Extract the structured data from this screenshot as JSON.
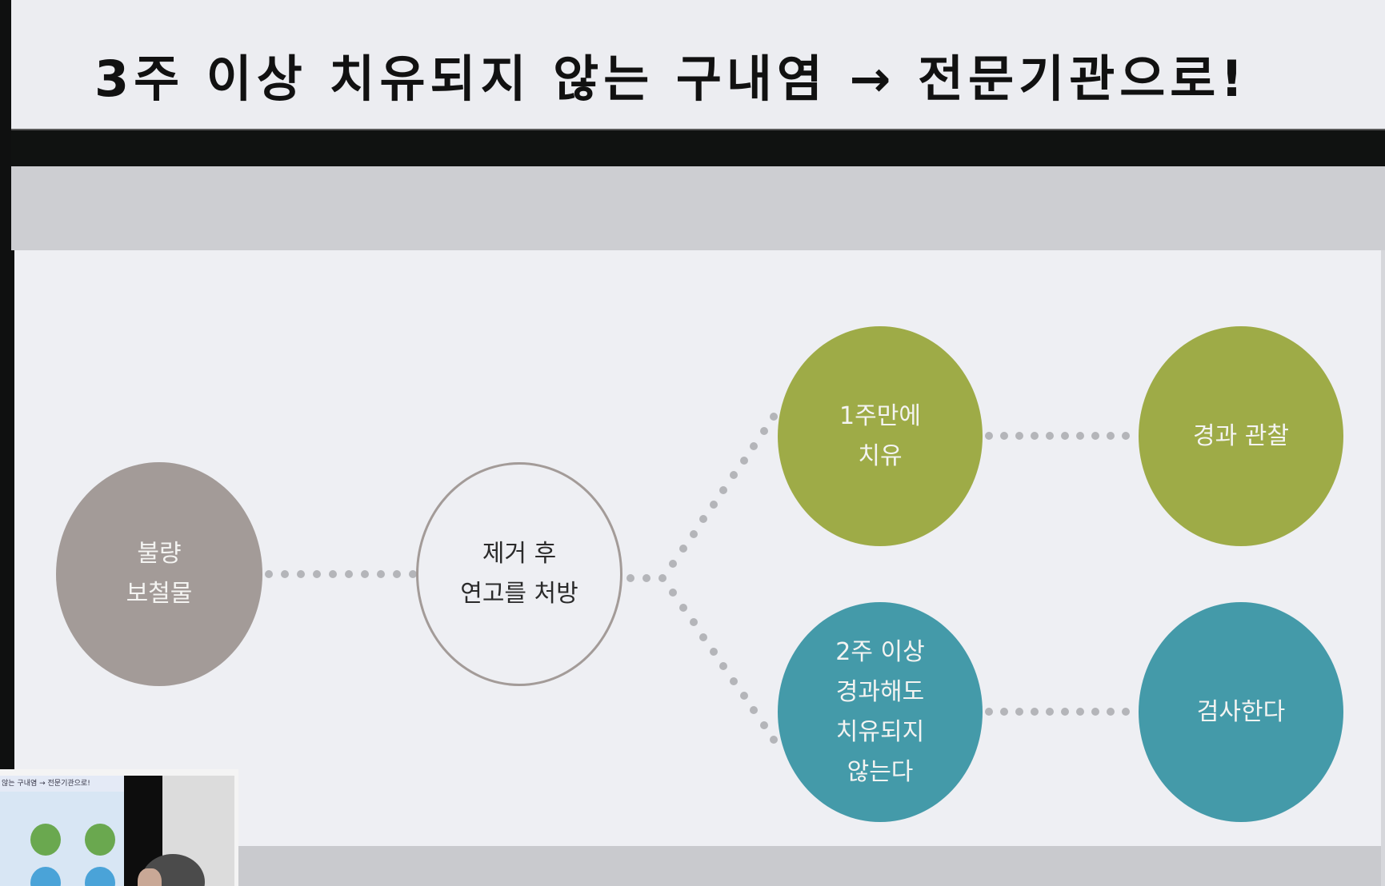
{
  "slide": {
    "title": "3주 이상 치유되지 않는 구내염 → 전문기관으로!"
  },
  "flowchart": {
    "nodes": [
      {
        "id": "poor-prosthesis",
        "lines": [
          "불량",
          "보철물"
        ],
        "color": "#a39b98",
        "style": "filled"
      },
      {
        "id": "remove-prescribe",
        "lines": [
          "제거 후",
          "연고를 처방"
        ],
        "color": "#a39b98",
        "style": "outline"
      },
      {
        "id": "healed-1week",
        "lines": [
          "1주만에",
          "치유"
        ],
        "color": "#9eab47",
        "style": "filled"
      },
      {
        "id": "observe",
        "lines": [
          "경과 관찰"
        ],
        "color": "#9eab47",
        "style": "filled"
      },
      {
        "id": "not-healed-2weeks",
        "lines": [
          "2주 이상",
          "경과해도",
          "치유되지",
          "않는다"
        ],
        "color": "#449aa9",
        "style": "filled"
      },
      {
        "id": "examine",
        "lines": [
          "검사한다"
        ],
        "color": "#449aa9",
        "style": "filled"
      }
    ],
    "connector_color": "#b4b5b9"
  },
  "pip": {
    "title_text": "않는 구내염 → 전문기관으로!",
    "green": "#6aa84f",
    "blue": "#4aa3d8"
  }
}
